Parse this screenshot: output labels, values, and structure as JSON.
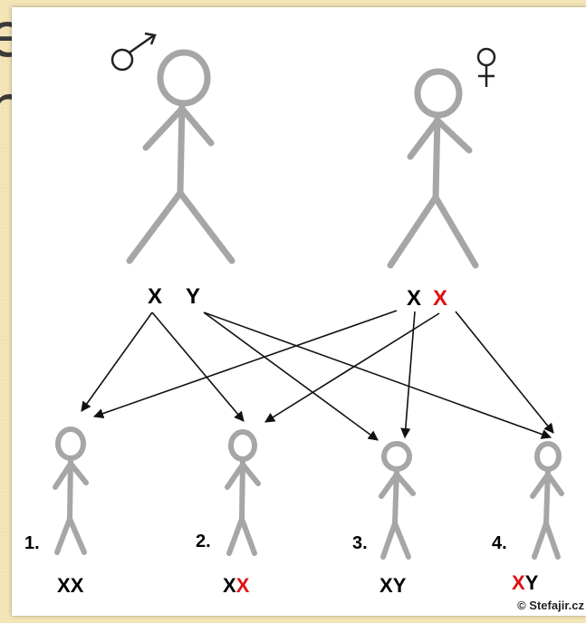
{
  "background": {
    "glyphs": [
      "e",
      "r"
    ]
  },
  "parents": {
    "male": {
      "symbol": "♂",
      "allele_1": "X",
      "allele_2": "Y"
    },
    "female": {
      "symbol": "♀",
      "allele_1": "X",
      "allele_2": "X"
    }
  },
  "children": [
    {
      "number": "1.",
      "allele_1": "X",
      "allele_2": "X",
      "red_allele": "none"
    },
    {
      "number": "2.",
      "allele_1": "X",
      "allele_2": "X",
      "red_allele": "second"
    },
    {
      "number": "3.",
      "allele_1": "X",
      "allele_2": "Y",
      "red_allele": "none"
    },
    {
      "number": "4.",
      "allele_1": "X",
      "allele_2": "Y",
      "red_allele": "first"
    }
  ],
  "copyright": "© Stefajir.cz",
  "colors": {
    "figure": "#a6a6a6",
    "red_allele": "#e01010",
    "arrow": "#111111",
    "background": "#f3e4b6"
  }
}
